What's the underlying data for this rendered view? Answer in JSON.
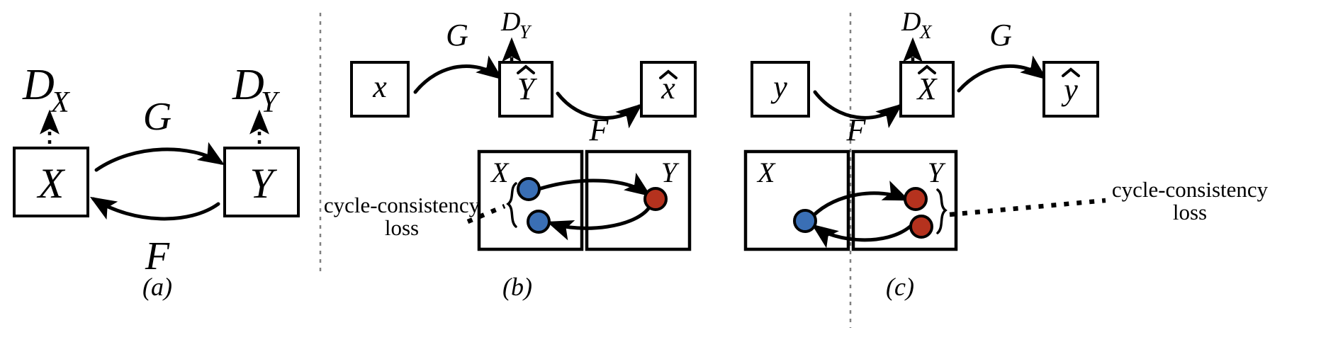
{
  "figure": {
    "title": "CycleGAN model overview",
    "background_color": "#ffffff",
    "colors": {
      "blue_dot": "#3a6fb5",
      "red_dot": "#b5321e",
      "stroke": "#000000",
      "divider": "#808080"
    },
    "captions": {
      "a": "(a)",
      "b": "(b)",
      "c": "(c)"
    }
  },
  "panel_a": {
    "caption": "(a)",
    "boxes": [
      {
        "id": "X",
        "label": "X"
      },
      {
        "id": "Y",
        "label": "Y"
      }
    ],
    "discriminators": [
      {
        "id": "DX",
        "label_main": "D",
        "label_sub": "X"
      },
      {
        "id": "DY",
        "label_main": "D",
        "label_sub": "Y"
      }
    ],
    "mappings": [
      {
        "id": "G",
        "label": "G",
        "from": "X",
        "to": "Y"
      },
      {
        "id": "F",
        "label": "F",
        "from": "Y",
        "to": "X"
      }
    ]
  },
  "panel_b": {
    "caption": "(b)",
    "boxes": [
      {
        "id": "x",
        "label": "x"
      },
      {
        "id": "Yhat",
        "label": "Y",
        "hat": true
      },
      {
        "id": "xhat",
        "label": "x",
        "hat": true
      }
    ],
    "discriminator": {
      "label_main": "D",
      "label_sub": "Y"
    },
    "mappings": [
      {
        "id": "G",
        "label": "G",
        "from": "x",
        "to": "Yhat"
      },
      {
        "id": "F",
        "label": "F",
        "from": "Yhat",
        "to": "xhat"
      }
    ],
    "regions": [
      {
        "id": "X",
        "label": "X",
        "label_position": "top-left"
      },
      {
        "id": "Y",
        "label": "Y",
        "label_position": "top-right"
      }
    ],
    "dots": [
      {
        "id": "x-source",
        "color": "#3a6fb5",
        "region": "X"
      },
      {
        "id": "x-reconstructed",
        "color": "#3a6fb5",
        "region": "X"
      },
      {
        "id": "y-translated",
        "color": "#b5321e",
        "region": "Y"
      }
    ],
    "annotation": {
      "line1": "cycle-consistency",
      "line2": "loss",
      "position": "left"
    }
  },
  "panel_c": {
    "caption": "(c)",
    "boxes": [
      {
        "id": "y",
        "label": "y"
      },
      {
        "id": "Xhat",
        "label": "X",
        "hat": true
      },
      {
        "id": "yhat",
        "label": "y",
        "hat": true
      }
    ],
    "discriminator": {
      "label_main": "D",
      "label_sub": "X"
    },
    "mappings": [
      {
        "id": "F",
        "label": "F",
        "from": "y",
        "to": "Xhat"
      },
      {
        "id": "G",
        "label": "G",
        "from": "Xhat",
        "to": "yhat"
      }
    ],
    "regions": [
      {
        "id": "X",
        "label": "X",
        "label_position": "top-left"
      },
      {
        "id": "Y",
        "label": "Y",
        "label_position": "top-right"
      }
    ],
    "dots": [
      {
        "id": "x-translated",
        "color": "#3a6fb5",
        "region": "X"
      },
      {
        "id": "y-source",
        "color": "#b5321e",
        "region": "Y"
      },
      {
        "id": "y-reconstructed",
        "color": "#b5321e",
        "region": "Y"
      }
    ],
    "annotation": {
      "line1": "cycle-consistency",
      "line2": "loss",
      "position": "right"
    }
  }
}
